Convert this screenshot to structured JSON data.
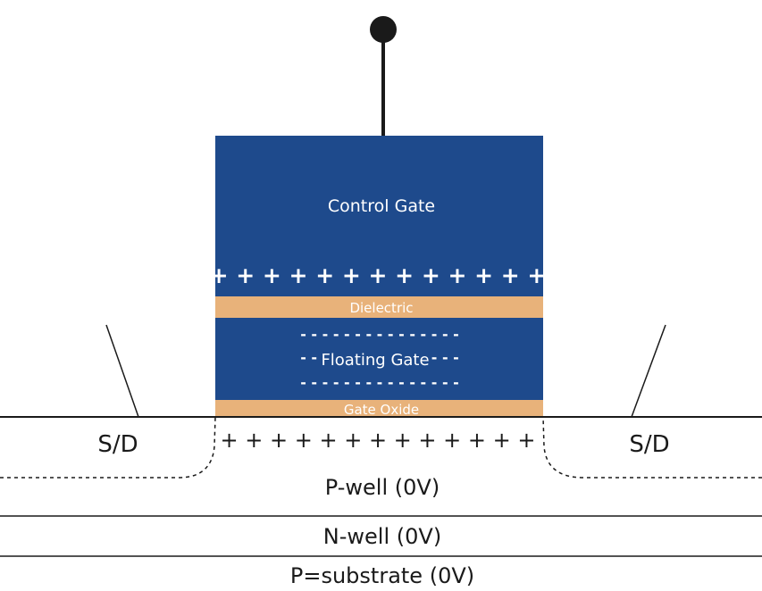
{
  "gate_stack": {
    "control_gate_label": "Control Gate",
    "dielectric_label": "Dielectric",
    "floating_gate_label": "Floating Gate",
    "gate_oxide_label": "Gate Oxide",
    "control_gate_charges": "+ + + + + + + + + + + + +",
    "floating_gate_charges_row1": "- - - - - - - - - - - - - - -",
    "floating_gate_charges_row2": "- - - - - - - - - - - - - - -",
    "floating_gate_charges_row3": "- - - - - - - - - - - - - - -",
    "channel_charges": "+ + + + + + + + + + + + +"
  },
  "substrate": {
    "source_drain_left": "S/D",
    "source_drain_right": "S/D",
    "p_well_label": "P-well (0V)",
    "n_well_label": "N-well (0V)",
    "p_substrate_label": "P=substrate (0V)"
  },
  "colors": {
    "gate_blue": "#1e4a8c",
    "oxide_tan": "#e8b27a",
    "line": "#1a1a1a"
  }
}
